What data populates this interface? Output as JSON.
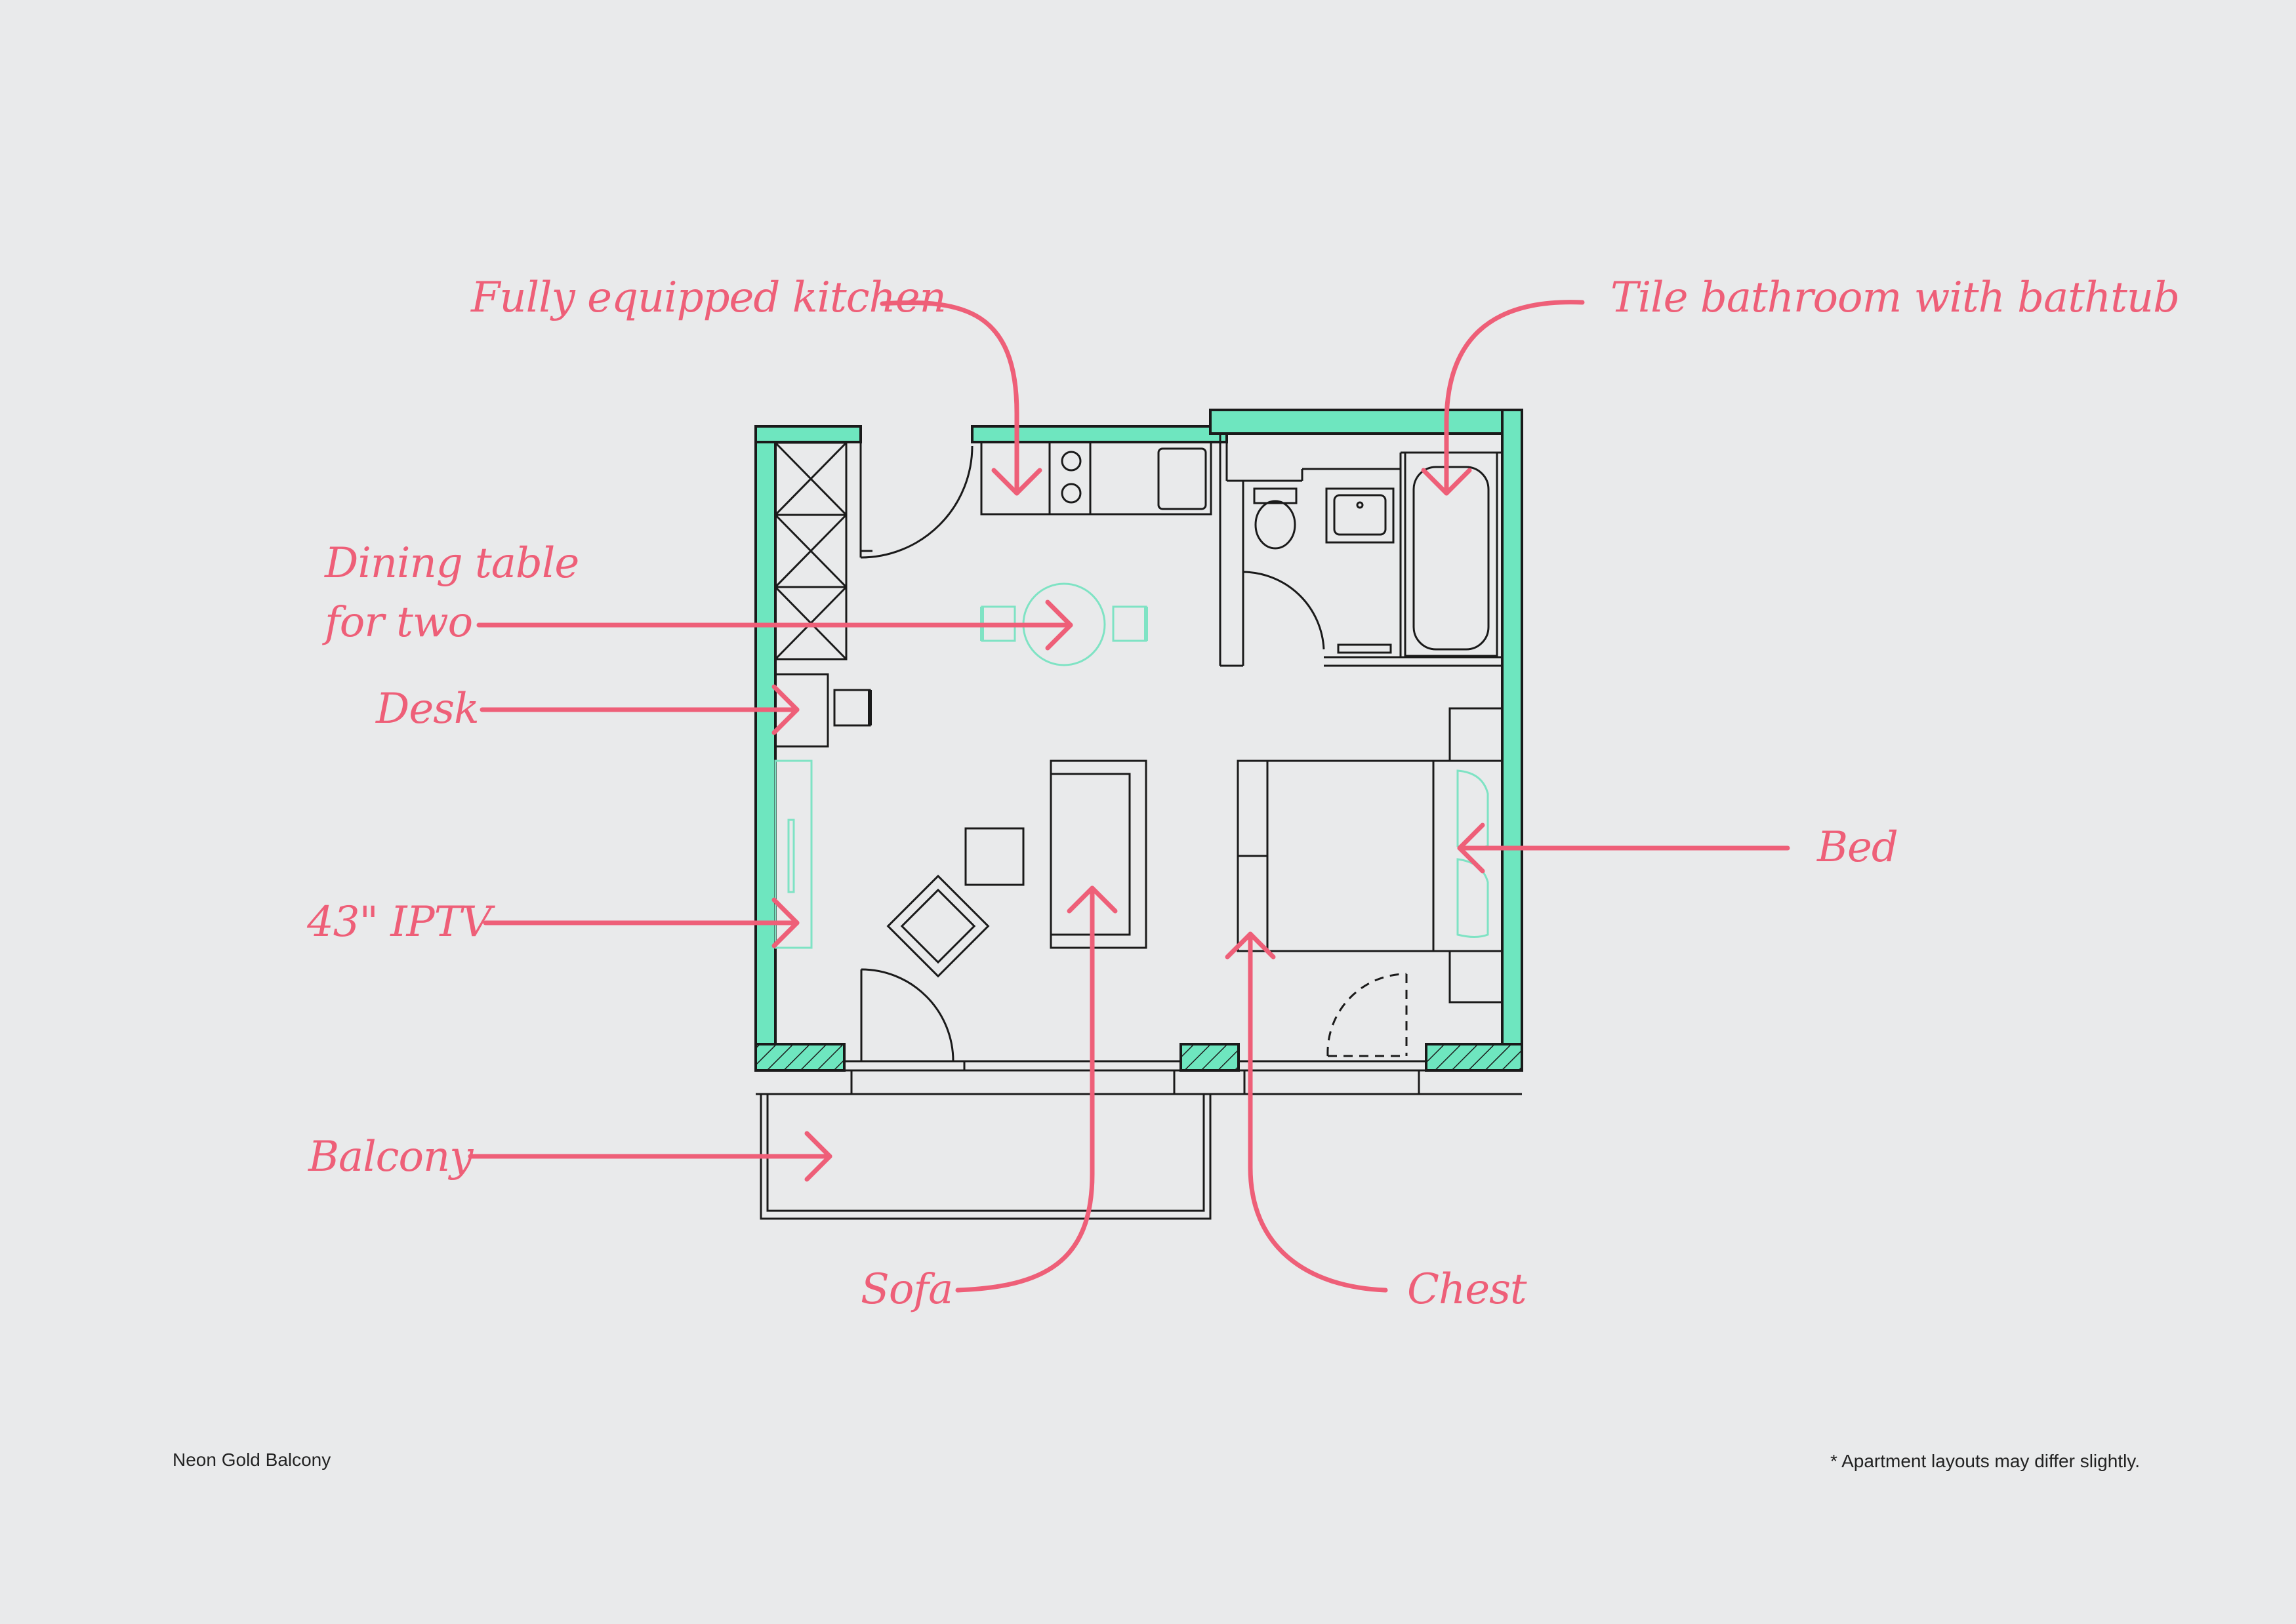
{
  "colors": {
    "background": "#e9eaeb",
    "wall": "#6ee6bf",
    "annotation": "#ee5f78",
    "line": "#1a1a1a",
    "furniture_accent": "#7fe3c4"
  },
  "annotations": {
    "kitchen": "Fully equipped kitchen",
    "bathroom": "Tile bathroom with bathtub",
    "dining_line1": "Dining table",
    "dining_line2": "for two",
    "desk": "Desk",
    "tv": "43\" IPTV",
    "balcony": "Balcony",
    "bed": "Bed",
    "sofa": "Sofa",
    "chest": "Chest"
  },
  "footer": {
    "apartment_name": "Neon Gold Balcony",
    "disclaimer": "* Apartment layouts may differ slightly."
  }
}
